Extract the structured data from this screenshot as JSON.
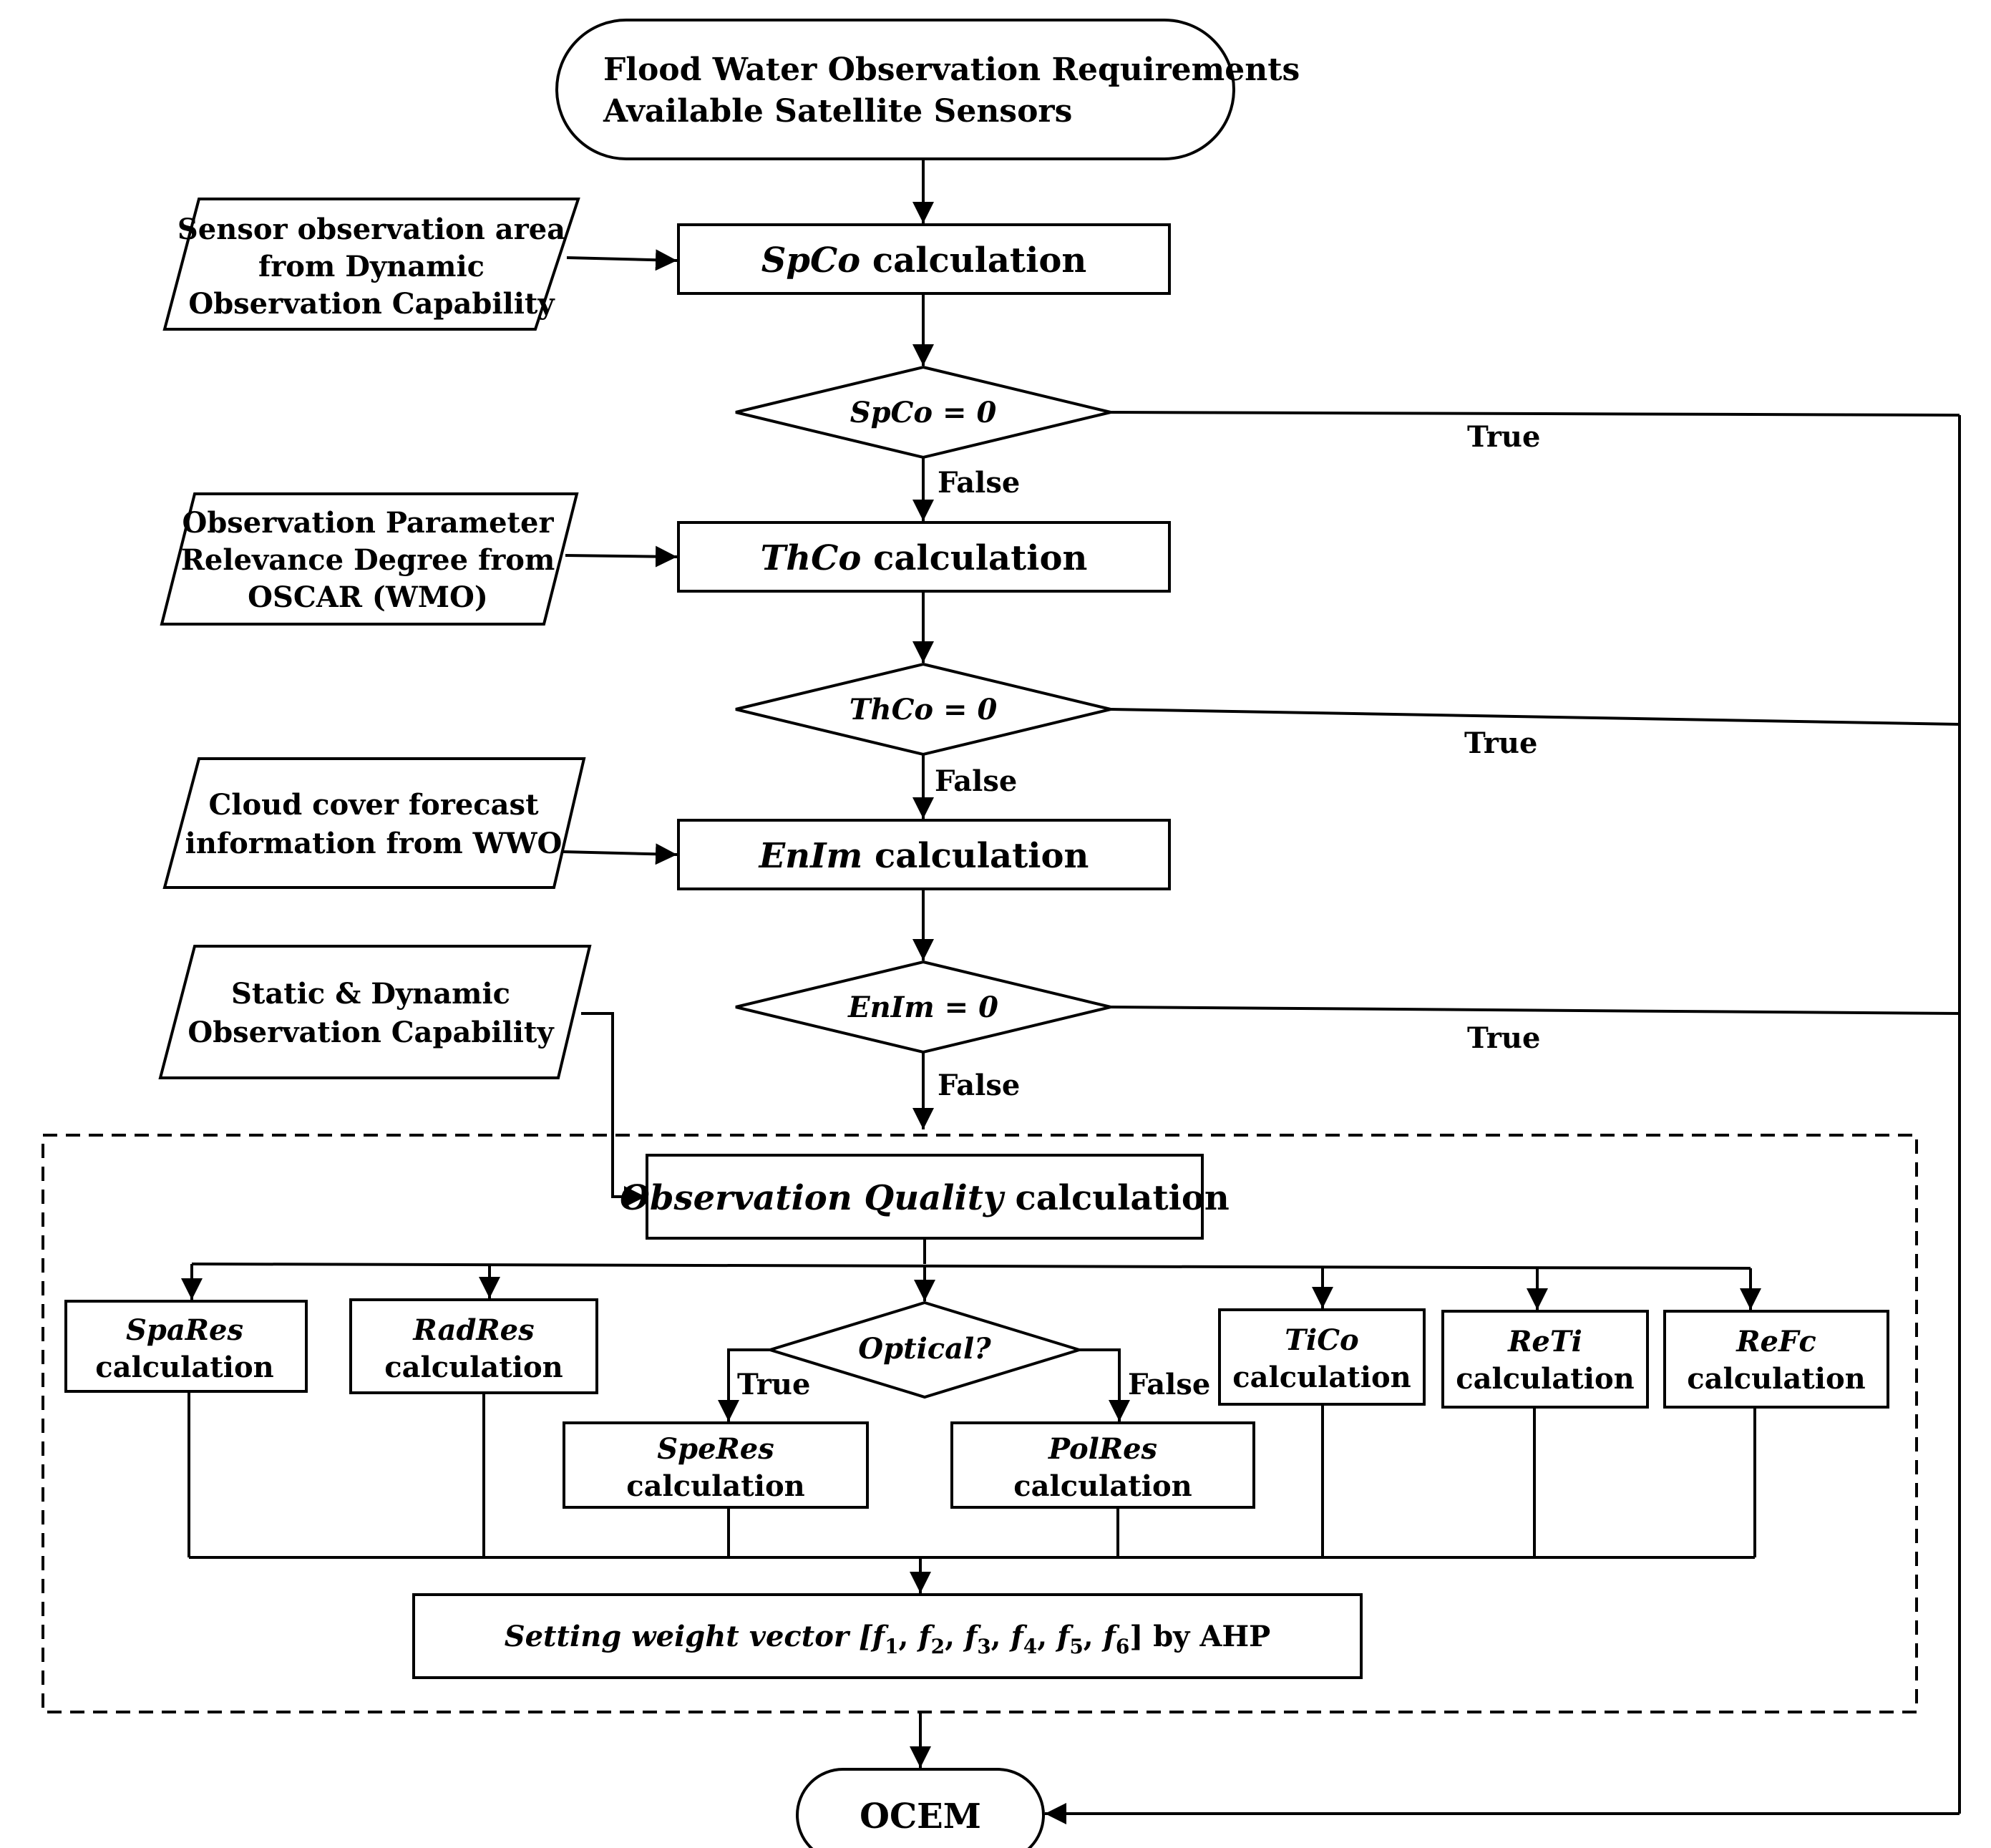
{
  "start": {
    "line1": "Flood Water Observation Requirements",
    "line2": "Available Satellite Sensors"
  },
  "inputs": {
    "sensor_area": [
      "Sensor observation area",
      "from Dynamic",
      "Observation Capability"
    ],
    "oscar": [
      "Observation Parameter",
      "Relevance Degree from",
      "OSCAR (WMO)"
    ],
    "cloud": [
      "Cloud cover forecast",
      "information from WWO"
    ],
    "static_dynamic": [
      "Static & Dynamic",
      "Observation Capability"
    ]
  },
  "process": {
    "spco": {
      "var": "SpCo",
      "suffix": " calculation"
    },
    "thco": {
      "var": "ThCo",
      "suffix": " calculation"
    },
    "enim": {
      "var": "EnIm",
      "suffix": " calculation"
    },
    "obs_quality": {
      "var": "Observation Quality",
      "suffix": " calculation"
    }
  },
  "decisions": {
    "spco": "SpCo = 0",
    "thco": "ThCo = 0",
    "enim": "EnIm = 0",
    "optical": "Optical?"
  },
  "edge_labels": {
    "true": "True",
    "false": "False"
  },
  "sub_calcs": {
    "spares": {
      "var": "SpaRes",
      "suffix": "calculation"
    },
    "radres": {
      "var": "RadRes",
      "suffix": "calculation"
    },
    "speres": {
      "var": "SpeRes",
      "suffix": "calculation"
    },
    "polres": {
      "var": "PolRes",
      "suffix": "calculation"
    },
    "tico": {
      "var": "TiCo",
      "suffix": "calculation"
    },
    "reti": {
      "var": "ReTi",
      "suffix": "calculation"
    },
    "refc": {
      "var": "ReFc",
      "suffix": "calculation"
    }
  },
  "weight": {
    "prefix": "Setting weight vector [",
    "f": "f",
    "subs": [
      "1",
      "2",
      "3",
      "4",
      "5",
      "6"
    ],
    "suffix": "] by AHP"
  },
  "end": "OCEM"
}
